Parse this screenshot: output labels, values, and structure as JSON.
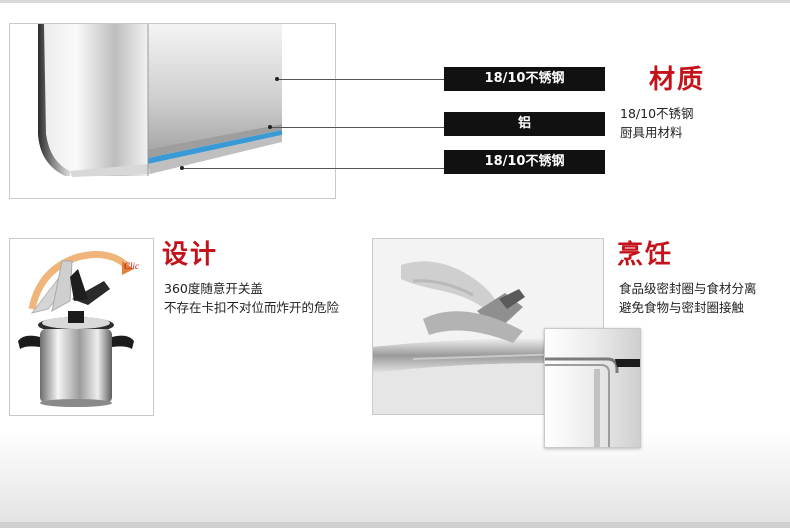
{
  "material": {
    "labels": [
      "18/10不锈钢",
      "铝",
      "18/10不锈钢"
    ],
    "heading": "材质",
    "desc": [
      "18/10不锈钢",
      "厨具用材料"
    ]
  },
  "design": {
    "heading": "设计",
    "desc": [
      "360度随意开关盖",
      "不存在卡扣不对位而炸开的危险"
    ],
    "clic_label": "Clic"
  },
  "cooking": {
    "heading": "烹饪",
    "desc": [
      "食品级密封圈与食材分离",
      "避免食物与密封圈接触"
    ]
  },
  "colors": {
    "accent_red": "#c4121a",
    "label_bar": "#111111",
    "aluminium_layer": "#3a9ad6"
  }
}
